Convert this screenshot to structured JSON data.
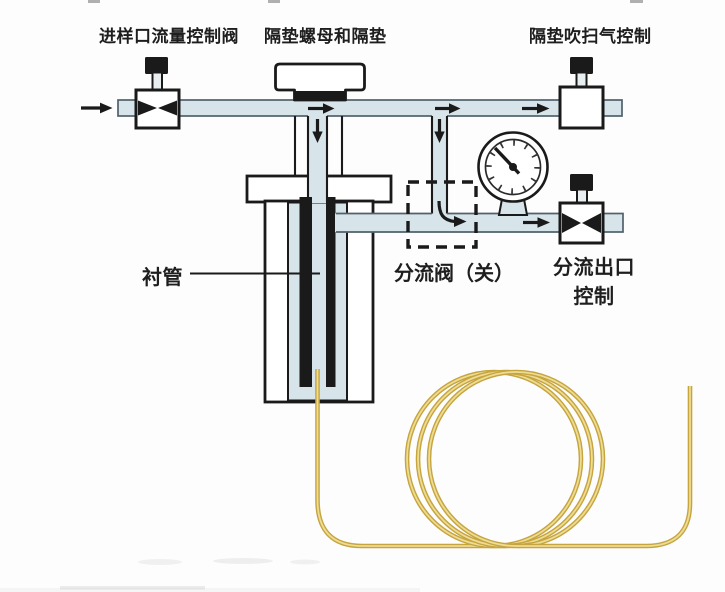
{
  "diagram": {
    "labels": {
      "inlet_flow_valve": "进样口流量控制阀",
      "septum_nut": "隔垫螺母和隔垫",
      "septum_purge_control": "隔垫吹扫气控制",
      "liner": "衬管",
      "split_valve_closed": "分流阀（关）",
      "split_outlet_line1": "分流出口",
      "split_outlet_line2": "控制"
    },
    "components": [
      {
        "name": "carrier-gas-inlet-arrow",
        "kind": "flow-arrow"
      },
      {
        "name": "inlet-flow-control-valve",
        "kind": "bowtie-valve-with-black-knob"
      },
      {
        "name": "septum-nut-and-septum",
        "kind": "nut-cap-with-black-septum-seal"
      },
      {
        "name": "septum-purge-valve",
        "kind": "square-box-valve-with-black-knob"
      },
      {
        "name": "injector-body-with-liner",
        "kind": "vessel-with-flange-and-black-liner-walls"
      },
      {
        "name": "split-valve-closed",
        "kind": "dashed-outline-box-with-turn-arrow"
      },
      {
        "name": "pressure-gauge",
        "kind": "round-dial-gauge-with-needle"
      },
      {
        "name": "split-outlet-valve",
        "kind": "bowtie-valve-with-black-knob"
      },
      {
        "name": "capillary-column-coil",
        "kind": "gold-coiled-tube-three-loops"
      }
    ],
    "flow_arrows": [
      "inlet-left-to-right",
      "after-septum-right",
      "down-into-injector",
      "branch-top-right",
      "down-branch-to-split-valve",
      "toward-purge-valve",
      "split-line-toward-outlet-valve",
      "turn-inside-split-valve"
    ]
  },
  "colors": {
    "background": "#fdfdfd",
    "pipe_fill": "#d7e4ea",
    "pipe_edge": "#51616b",
    "outline": "#1a1a1a",
    "stem_fill": "#e9eef1",
    "column_gold": "#c6a43e",
    "column_gold_light": "#eddc94",
    "text": "#1e1e1e"
  }
}
